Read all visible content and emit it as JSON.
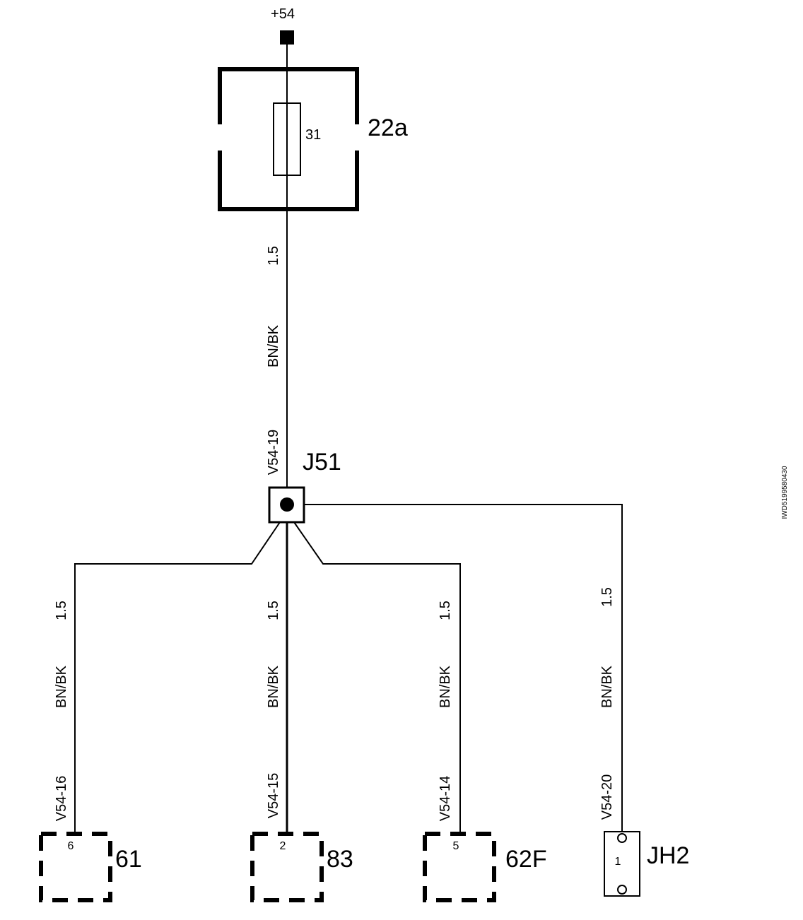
{
  "supply": {
    "label": "+54"
  },
  "fuse_box": {
    "id": "22a",
    "fuse_number": "31"
  },
  "main_wire": {
    "size": "1.5",
    "color": "BN/BK",
    "terminal": "V54-19"
  },
  "junction": {
    "id": "J51"
  },
  "branches": [
    {
      "size": "1.5",
      "color": "BN/BK",
      "terminal": "V54-16",
      "component": "61",
      "pin": "6"
    },
    {
      "size": "1.5",
      "color": "BN/BK",
      "terminal": "V54-15",
      "component": "83",
      "pin": "2"
    },
    {
      "size": "1.5",
      "color": "BN/BK",
      "terminal": "V54-14",
      "component": "62F",
      "pin": "5"
    },
    {
      "size": "1.5",
      "color": "BN/BK",
      "terminal": "V54-20",
      "component": "JH2",
      "pin": "1"
    }
  ],
  "diagram_code": "IWD5199580430"
}
